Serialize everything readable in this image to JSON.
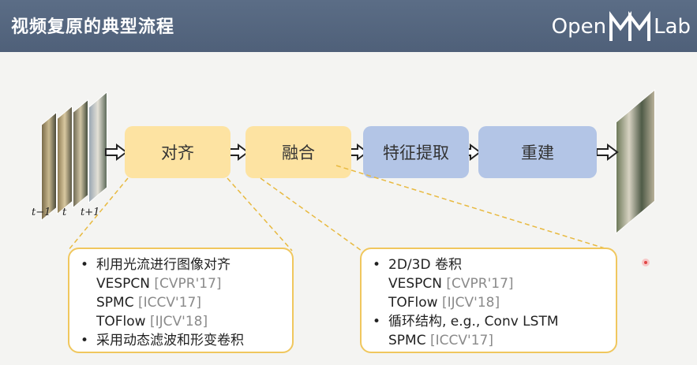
{
  "header": {
    "title": "视频复原的典型流程",
    "logo": {
      "prefix": "Open",
      "mark": "MM",
      "suffix": "Lab"
    }
  },
  "stages": [
    {
      "label": "对齐"
    },
    {
      "label": "融合"
    },
    {
      "label": "特征提取"
    },
    {
      "label": "重建"
    }
  ],
  "frame_labels": [
    "t−1",
    "t",
    "t+1"
  ],
  "colors": {
    "header": "#52637c",
    "stage_yellow": "#fde3a2",
    "stage_blue": "#b3c5e6",
    "box_border": "#f0c75e",
    "citation": "#8a8a8a"
  },
  "align_box": {
    "lines": [
      {
        "bullet": true,
        "text": "利用光流进行图像对齐",
        "cite": ""
      },
      {
        "bullet": false,
        "text": "VESPCN",
        "cite": "[CVPR'17]"
      },
      {
        "bullet": false,
        "text": "SPMC",
        "cite": "[ICCV'17]"
      },
      {
        "bullet": false,
        "text": "TOFlow",
        "cite": "[IJCV'18]"
      },
      {
        "bullet": true,
        "text": "采用动态滤波和形变卷积",
        "cite": ""
      }
    ]
  },
  "fusion_box": {
    "lines": [
      {
        "bullet": true,
        "text": "2D/3D 卷积",
        "cite": ""
      },
      {
        "bullet": false,
        "text": "VESPCN",
        "cite": "[CVPR'17]"
      },
      {
        "bullet": false,
        "text": "TOFlow",
        "cite": "[IJCV'18]"
      },
      {
        "bullet": true,
        "text": "循环结构, e.g., Conv LSTM",
        "cite": ""
      },
      {
        "bullet": false,
        "text": "SPMC",
        "cite": "[ICCV'17]"
      }
    ]
  }
}
